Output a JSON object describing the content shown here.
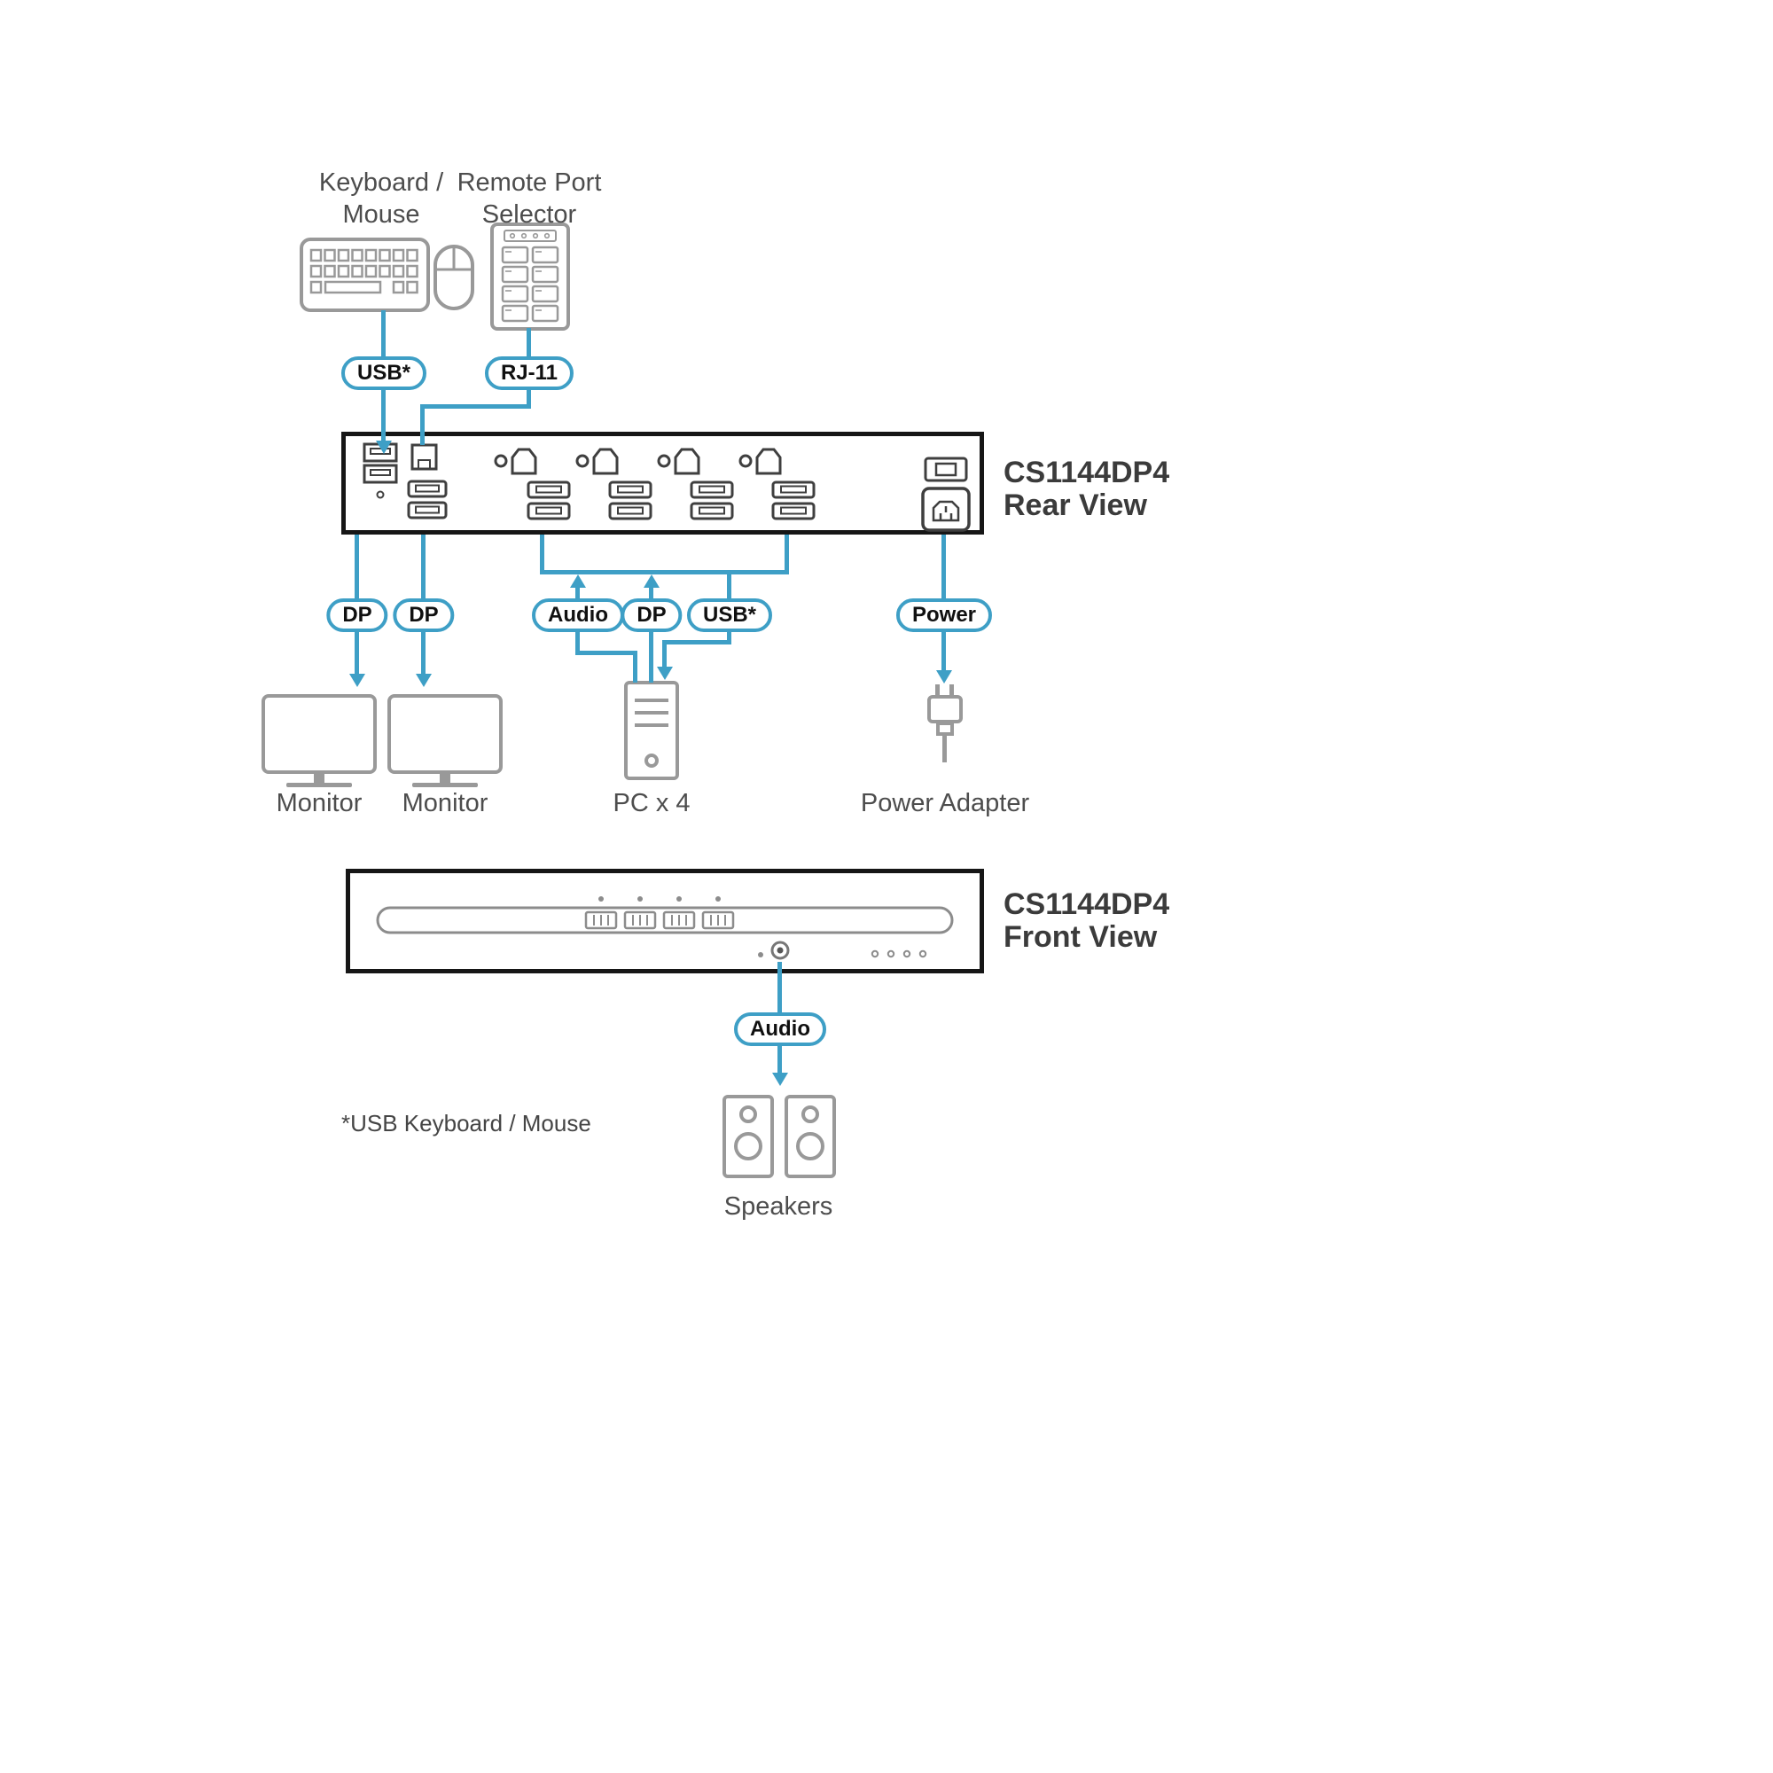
{
  "colors": {
    "accent": "#3E9FC6",
    "device_border": "#161616",
    "icon_gray": "#999999",
    "text": "#4d4d4d"
  },
  "top": {
    "keyboard_mouse_label": "Keyboard /\nMouse",
    "remote_selector_label": "Remote Port\nSelector"
  },
  "pills": {
    "usb_console": "USB*",
    "rj11": "RJ-11",
    "dp_monitor1": "DP",
    "dp_monitor2": "DP",
    "audio_rear": "Audio",
    "dp_pc": "DP",
    "usb_pc": "USB*",
    "power": "Power",
    "audio_front": "Audio"
  },
  "rear_panel": {
    "model": "CS1144DP4",
    "view": "Rear View"
  },
  "front_panel": {
    "model": "CS1144DP4",
    "view": "Front View"
  },
  "devices": {
    "monitor1": "Monitor",
    "monitor2": "Monitor",
    "pc": "PC x 4",
    "power_adapter": "Power Adapter",
    "speakers": "Speakers"
  },
  "footnote": "*USB Keyboard / Mouse"
}
